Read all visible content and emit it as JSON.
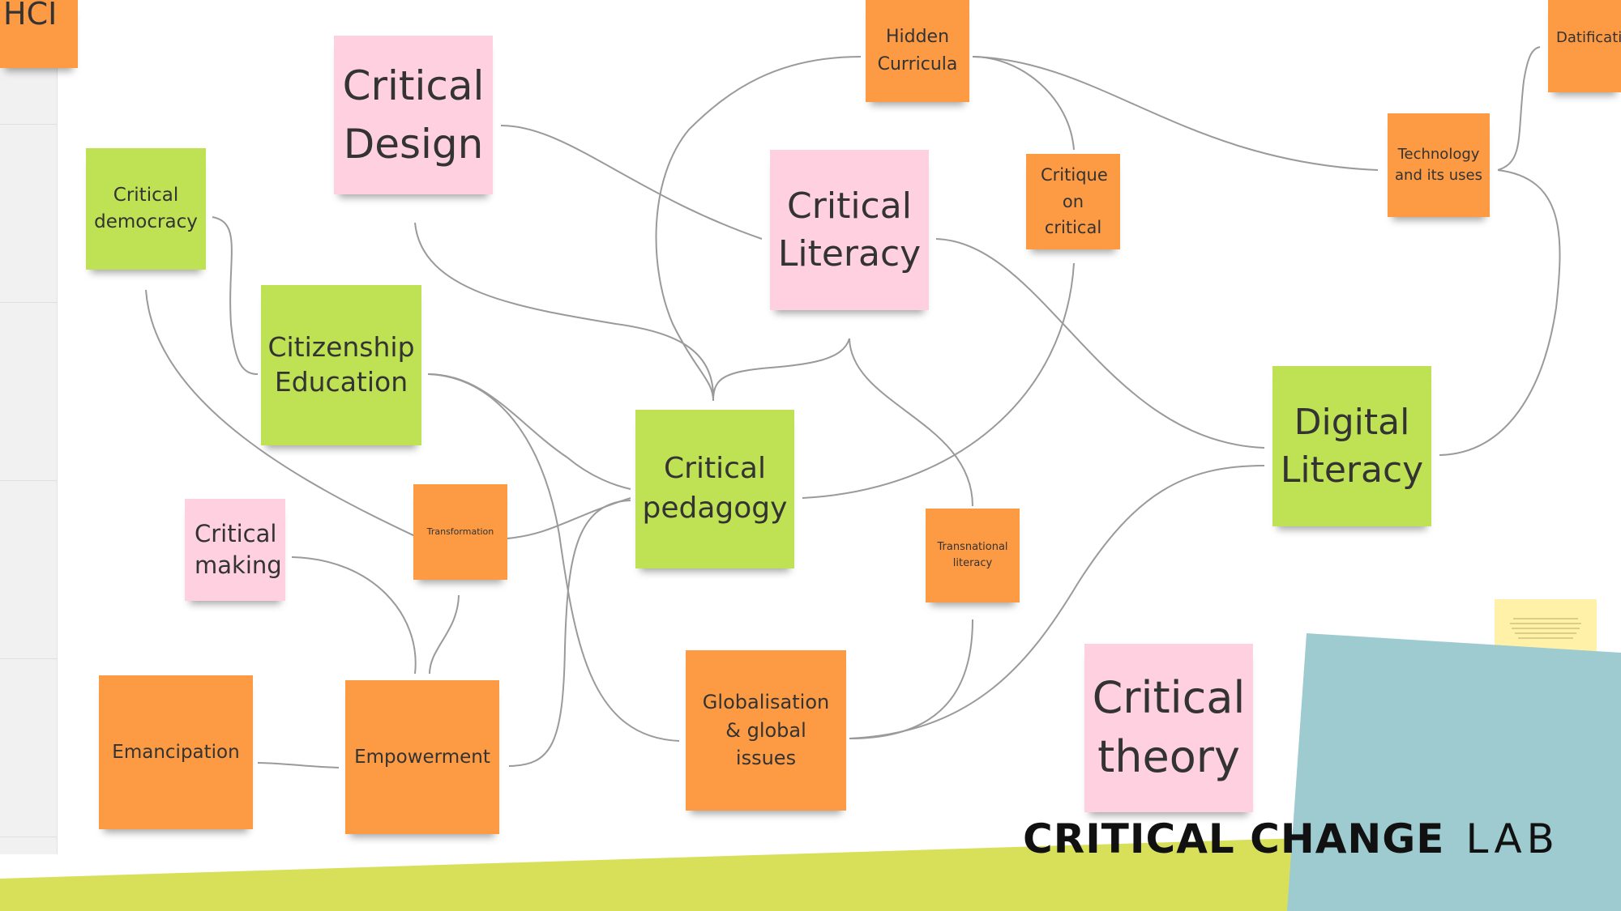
{
  "notes": {
    "hci": "HCI",
    "critical_design": "Critical Design",
    "hidden_curricula": "Hidden Curricula",
    "datification": "Datificati",
    "critical_democracy": "Critical democracy",
    "citizenship_education": "Citizenship Education",
    "critical_literacy": "Critical Literacy",
    "critique_on_critical": "Critique on critical",
    "technology_and_its_uses": "Technology and its uses",
    "critical_pedagogy": "Critical pedagogy",
    "digital_literacy": "Digital Literacy",
    "critical_making": "Critical making",
    "transformation": "Transformation",
    "transnational_literacy": "Transnational literacy",
    "emancipation": "Emancipation",
    "empowerment": "Empowerment",
    "globalisation": "Globalisation & global issues",
    "critical_theory": "Critical theory"
  },
  "brand": {
    "name": "CRITICAL CHANGE",
    "suffix": "LAB"
  },
  "colors": {
    "pink_note": "#ffd0e0",
    "green_note": "#bfe154",
    "orange_note": "#fd9a44",
    "yellow_note": "#fff2a8",
    "band_green": "#d8e05a",
    "band_blue": "#9ecbd0",
    "connector": "#9a9a9a"
  }
}
